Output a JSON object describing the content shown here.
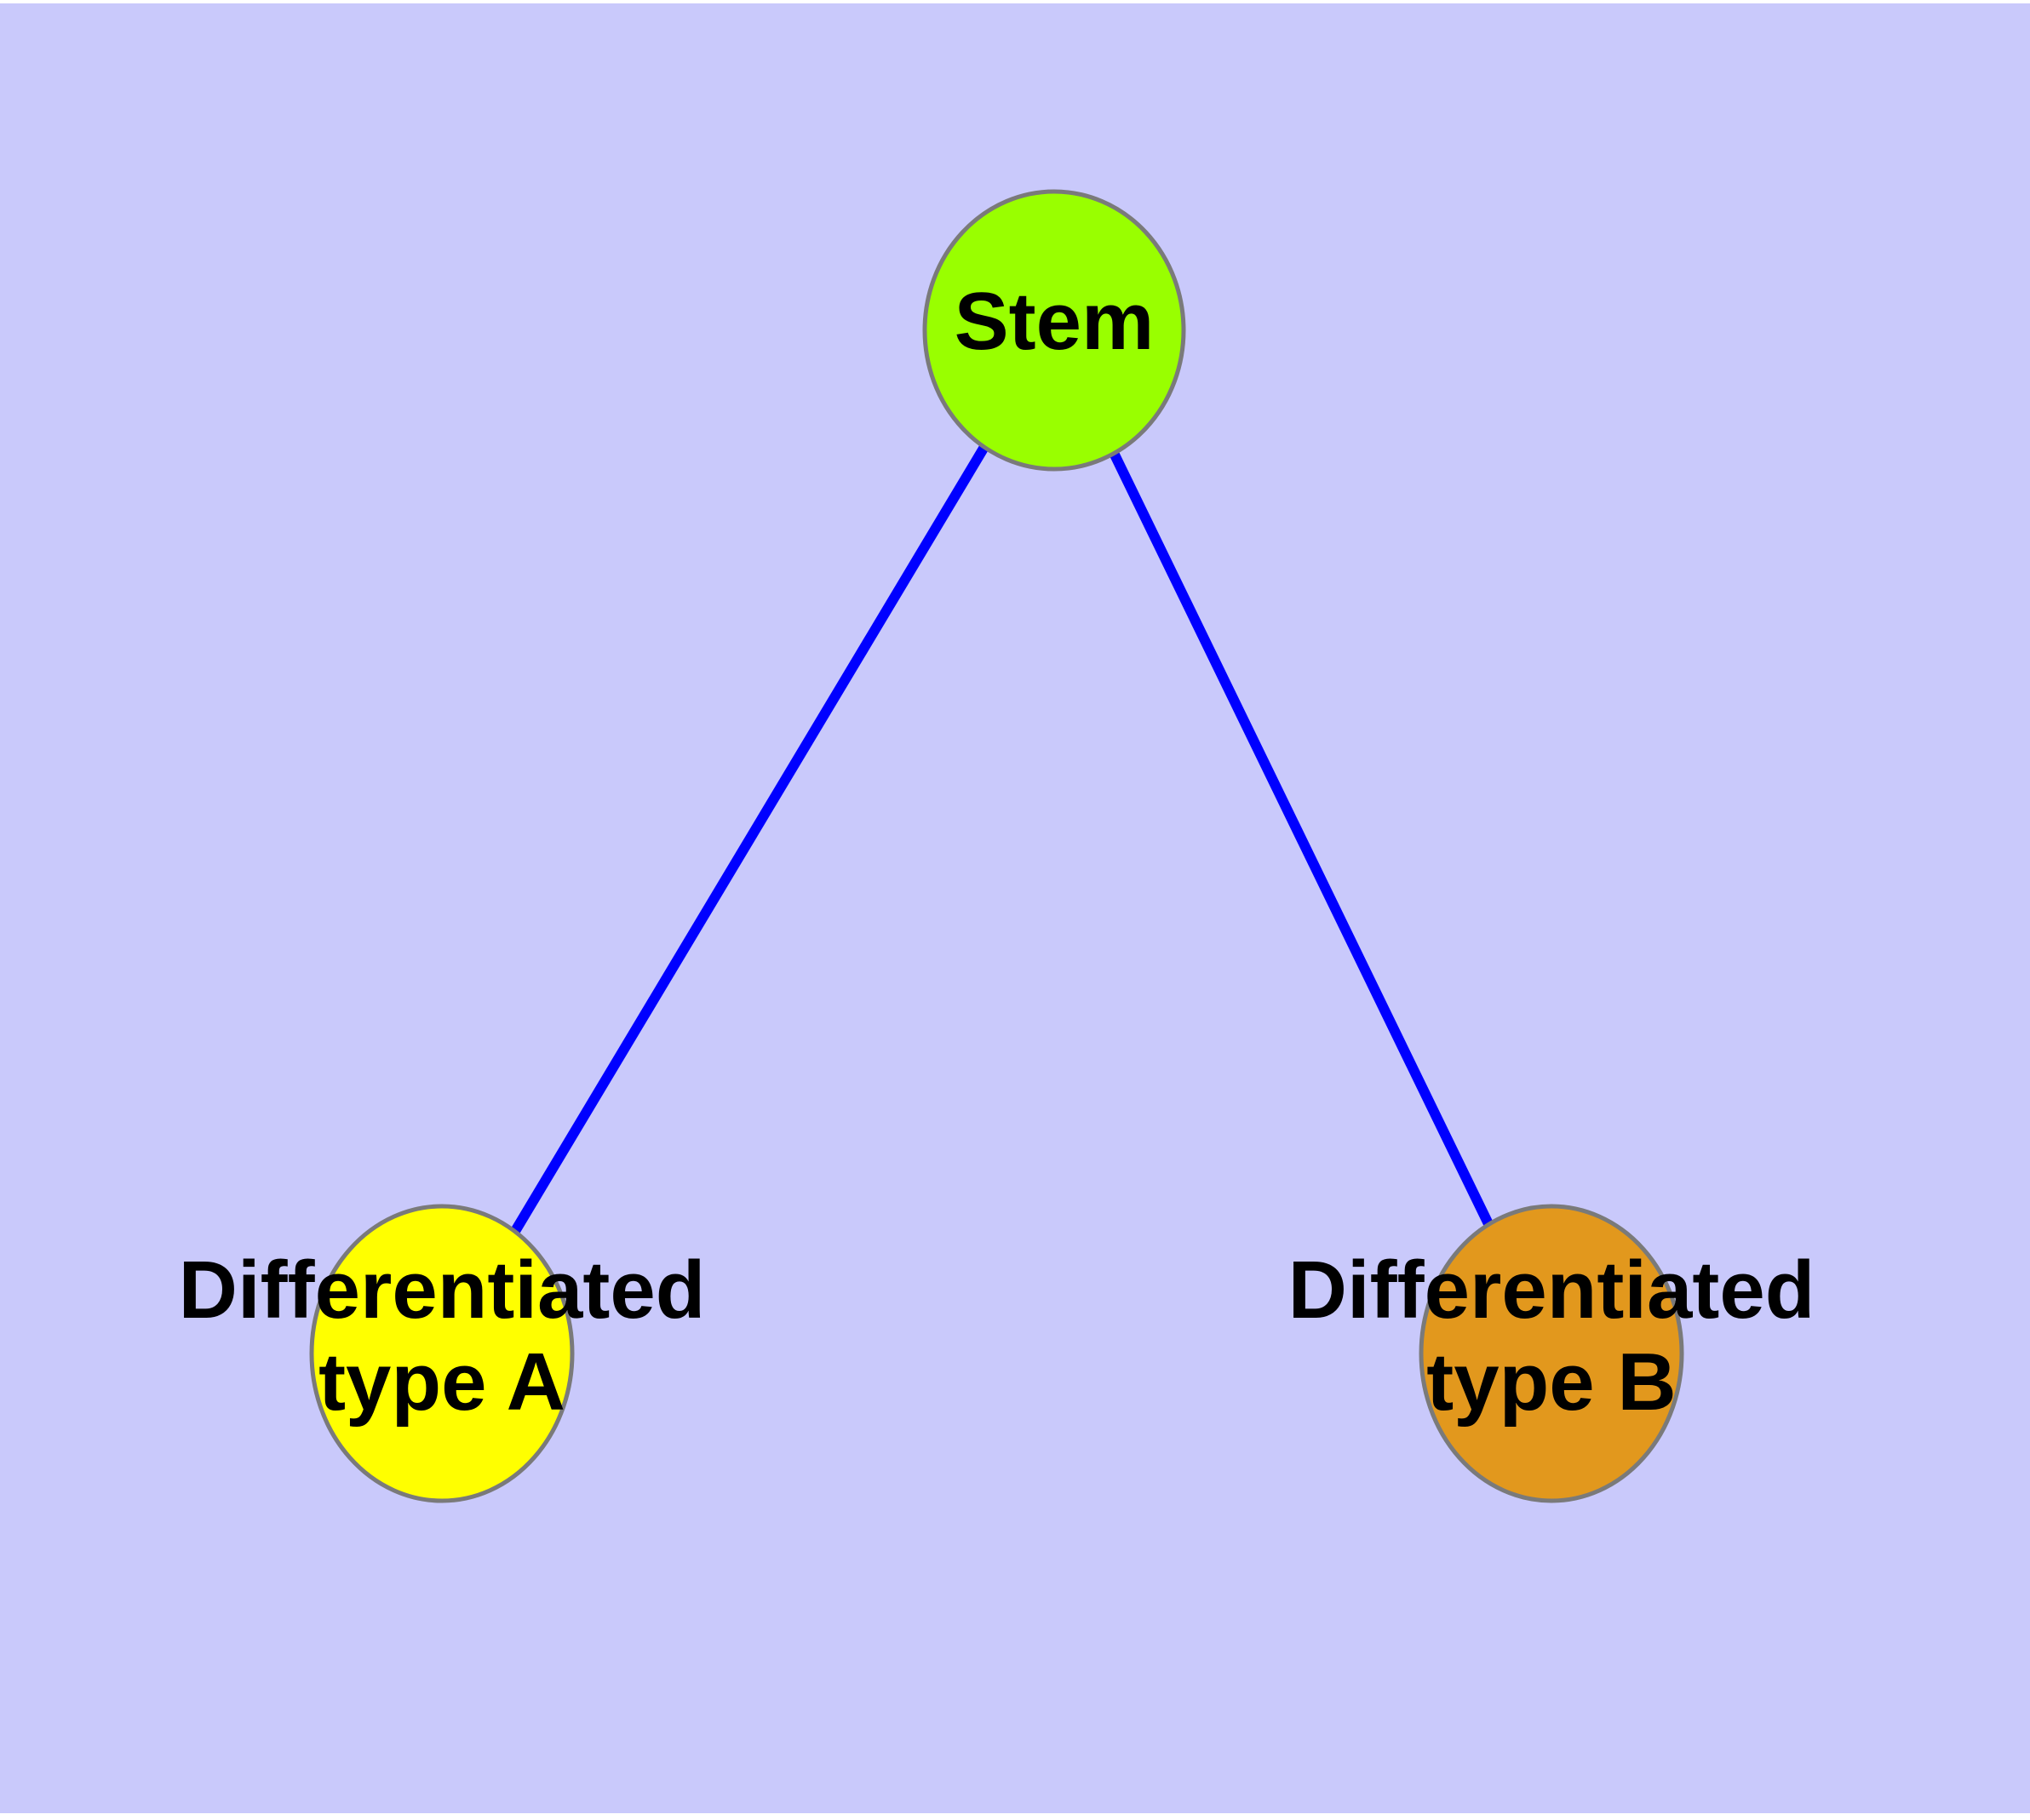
{
  "colors": {
    "plot_background": "#c9c9fb",
    "page_margin": "#ffffff",
    "edge": "#0000ff",
    "node_border": "#7a7a7a",
    "label": "#000000"
  },
  "nodes": {
    "stem": {
      "label": "Stem",
      "fill": "#99ff00"
    },
    "type_a": {
      "label_line1": "Differentiated",
      "label_line2": "type A",
      "fill": "#ffff00"
    },
    "type_b": {
      "label_line1": "Differentiated",
      "label_line2": "type B",
      "fill": "#e2981d"
    }
  },
  "edges": [
    {
      "from": "Stem",
      "to": "Differentiated type A"
    },
    {
      "from": "Stem",
      "to": "Differentiated type B"
    }
  ]
}
